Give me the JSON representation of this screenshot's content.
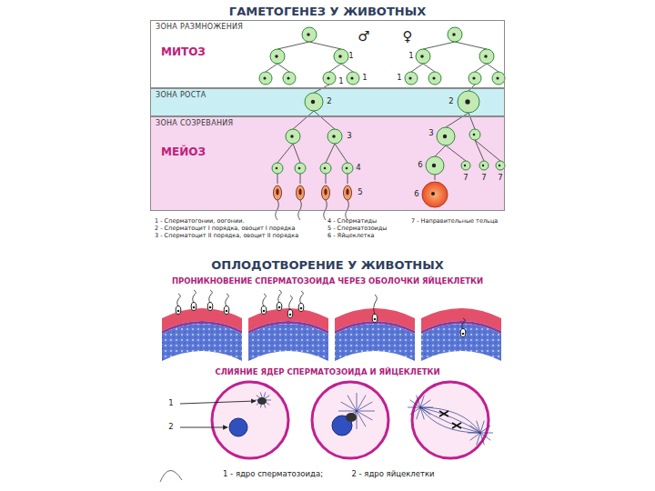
{
  "diagram": {
    "title": "ГАМЕТОГЕНЕЗ У ЖИВОТНЫХ",
    "nodes": [
      {
        "text": [
          "ЗОНА РАЗМНОЖЕНИЯ",
          "МИТОЗ"
        ]
      },
      {
        "text": [
          "ЗОНА РОСТА"
        ]
      },
      {
        "text": [
          "ЗОНА СОЗРЕВАНИЯ",
          "МЕЙОЗ"
        ]
      }
    ],
    "edges": [],
    "labels": [
      "♂",
      "♀",
      "1",
      "1",
      "1",
      "1",
      "1",
      "2",
      "2",
      "3",
      "3",
      "4",
      "5",
      "6",
      "7",
      "7",
      "7",
      "6",
      "1 - Сперматогонии, оогонии.",
      "2 - Сперматоцит I порядка, овоцит I порядка",
      "3 - Сперматоцит II порядка, овоцит II порядка",
      "4 - Сперматиды",
      "5 - Сперматозоиды",
      "6 - Яйцеклетка",
      "7 - Направительные тельца",
      "ОПЛОДОТВОРЕНИЕ У ЖИВОТНЫХ",
      "ПРОНИКНОВЕНИЕ СПЕРМАТОЗОИДА ЧЕРЕЗ ОБОЛОЧКИ ЯЙЦЕКЛЕТКИ",
      "СЛИЯНИЕ ЯДЕР СПЕРМАТОЗОИДА И ЯЙЦЕКЛЕТКИ",
      "1",
      "2",
      "1 - ядро сперматозоида;",
      "2 - ядро яйцеклетки"
    ]
  }
}
